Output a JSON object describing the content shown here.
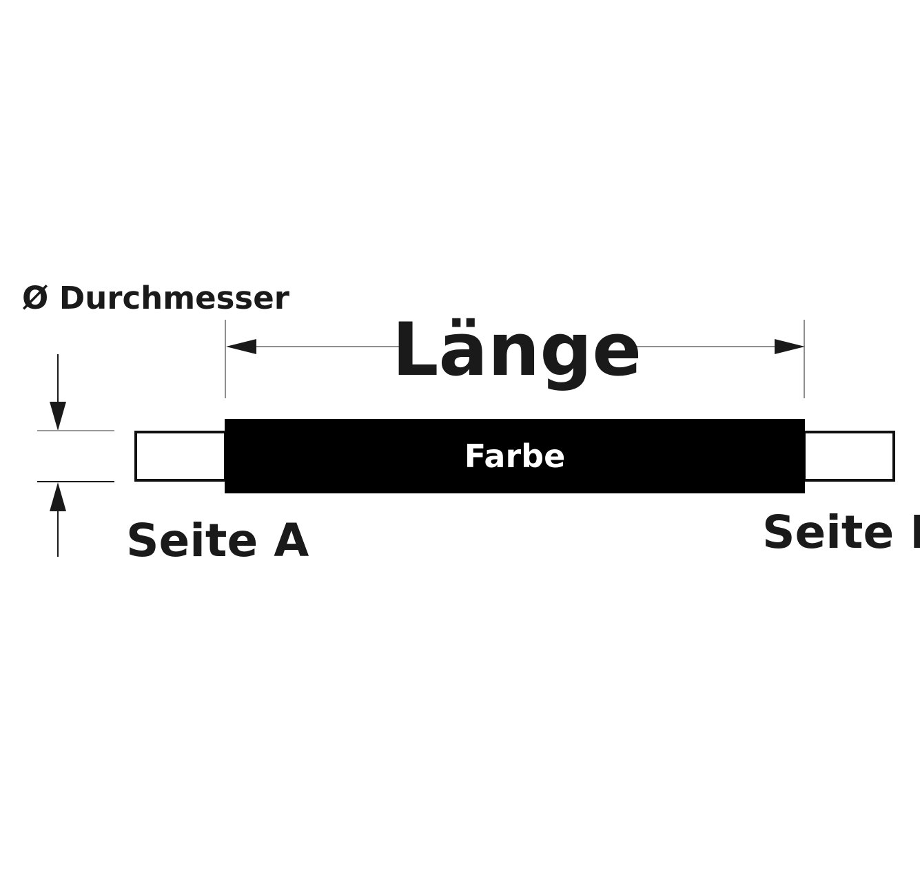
{
  "diagram": {
    "type": "technical-dimension-drawing",
    "labels": {
      "diameter": "Ø Durchmesser",
      "length": "Länge",
      "color": "Farbe",
      "side_a": "Seite A",
      "side_b": "Seite B"
    },
    "colors": {
      "background": "#ffffff",
      "ink": "#1a1a1a",
      "dimension_line_gray": "#8e8e8e",
      "tick_gray": "#999999",
      "bar_fill": "#000000",
      "bar_text": "#ffffff",
      "cap_fill": "#ffffff",
      "cap_border": "#101010"
    },
    "icons": {
      "arrow_down": "css-triangle-down",
      "arrow_up": "css-triangle-up",
      "arrow_left": "css-triangle-left",
      "arrow_right": "css-triangle-right"
    }
  }
}
